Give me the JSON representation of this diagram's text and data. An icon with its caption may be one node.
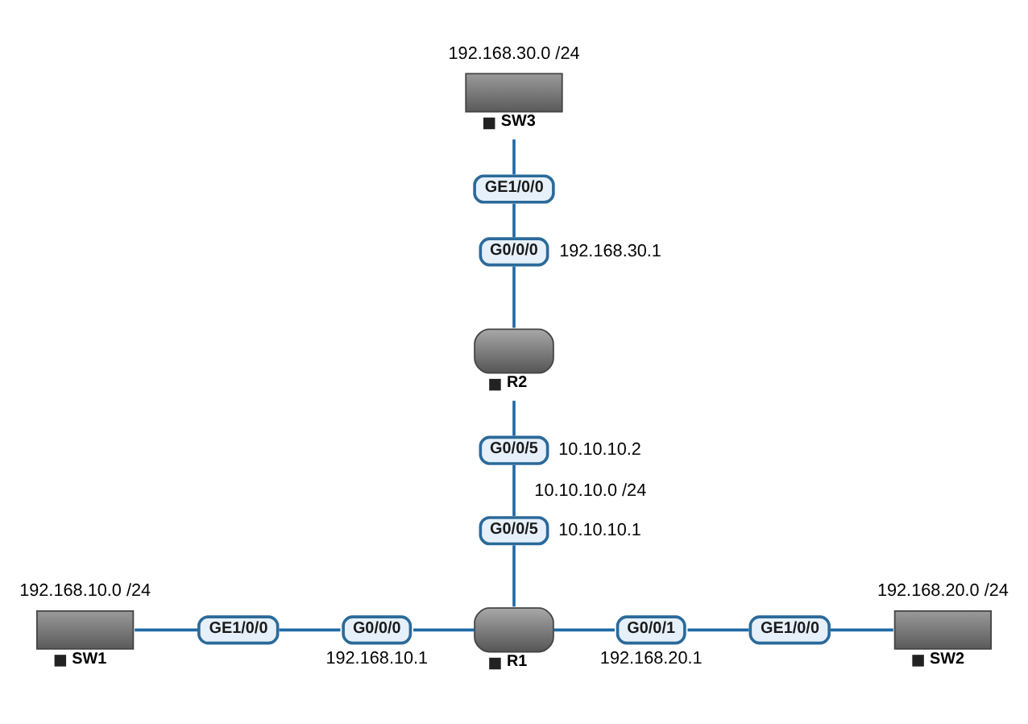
{
  "diagram": {
    "nodes": [
      {
        "text": [
          "SW3"
        ],
        "beside": [
          "192.168.30.0 /24"
        ]
      },
      {
        "text": [
          "GE1/0/0"
        ]
      },
      {
        "text": [
          "G0/0/0"
        ],
        "beside": [
          "192.168.30.1"
        ]
      },
      {
        "text": [
          "R2"
        ]
      },
      {
        "text": [
          "G0/0/5"
        ],
        "beside": [
          "10.10.10.2"
        ]
      },
      {
        "text": [
          "G0/0/5"
        ],
        "beside": [
          "10.10.10.1"
        ]
      },
      {
        "text": [
          "SW1"
        ],
        "beside": [
          "192.168.10.0 /24"
        ]
      },
      {
        "text": [
          "GE1/0/0"
        ]
      },
      {
        "text": [
          "G0/0/0"
        ],
        "beside": [
          "192.168.10.1"
        ]
      },
      {
        "text": [
          "R1"
        ]
      },
      {
        "text": [
          "G0/0/1"
        ],
        "beside": [
          "192.168.20.1"
        ]
      },
      {
        "text": [
          "GE1/0/0"
        ]
      },
      {
        "text": [
          "SW2"
        ],
        "beside": [
          "192.168.20.0 /24"
        ]
      }
    ],
    "edges": [
      {
        "from": 0,
        "to": 1,
        "arrow": "none"
      },
      {
        "from": 1,
        "to": 2,
        "arrow": "none"
      },
      {
        "from": 2,
        "to": 3,
        "arrow": "none"
      },
      {
        "from": 3,
        "to": 4,
        "arrow": "none"
      },
      {
        "from": 4,
        "to": 5,
        "arrow": "none",
        "label": "10.10.10.0 /24"
      },
      {
        "from": 5,
        "to": 9,
        "arrow": "none"
      },
      {
        "from": 6,
        "to": 7,
        "arrow": "none"
      },
      {
        "from": 7,
        "to": 8,
        "arrow": "none"
      },
      {
        "from": 8,
        "to": 9,
        "arrow": "none"
      },
      {
        "from": 9,
        "to": 10,
        "arrow": "none"
      },
      {
        "from": 10,
        "to": 11,
        "arrow": "none"
      },
      {
        "from": 11,
        "to": 12,
        "arrow": "none"
      }
    ]
  }
}
